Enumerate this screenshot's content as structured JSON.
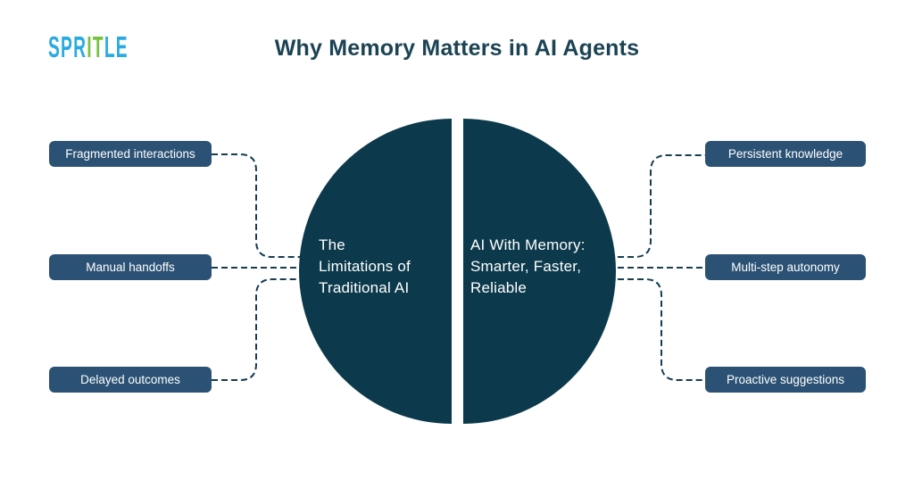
{
  "header": {
    "logo": {
      "segments": [
        {
          "text": "SPR",
          "color": "#29ABE2"
        },
        {
          "text": "IT",
          "color": "#7AC143"
        },
        {
          "text": "LE",
          "color": "#29ABE2"
        }
      ]
    },
    "title": "Why Memory Matters in AI Agents"
  },
  "diagram": {
    "left_half": {
      "lines": [
        "The",
        "Limitations of",
        "Traditional AI"
      ]
    },
    "right_half": {
      "lines": [
        "AI With Memory:",
        "Smarter, Faster,",
        "Reliable"
      ]
    },
    "left_items": [
      "Fragmented interactions",
      "Manual handoffs",
      "Delayed outcomes"
    ],
    "right_items": [
      "Persistent knowledge",
      "Multi-step autonomy",
      "Proactive suggestions"
    ]
  },
  "theme": {
    "background": "#FFFFFF",
    "title_color": "#1B4354",
    "circle_color": "#0C3A4C",
    "box_color": "#2B5274",
    "box_text_color": "#FFFFFF",
    "connector_color": "#163D52"
  }
}
